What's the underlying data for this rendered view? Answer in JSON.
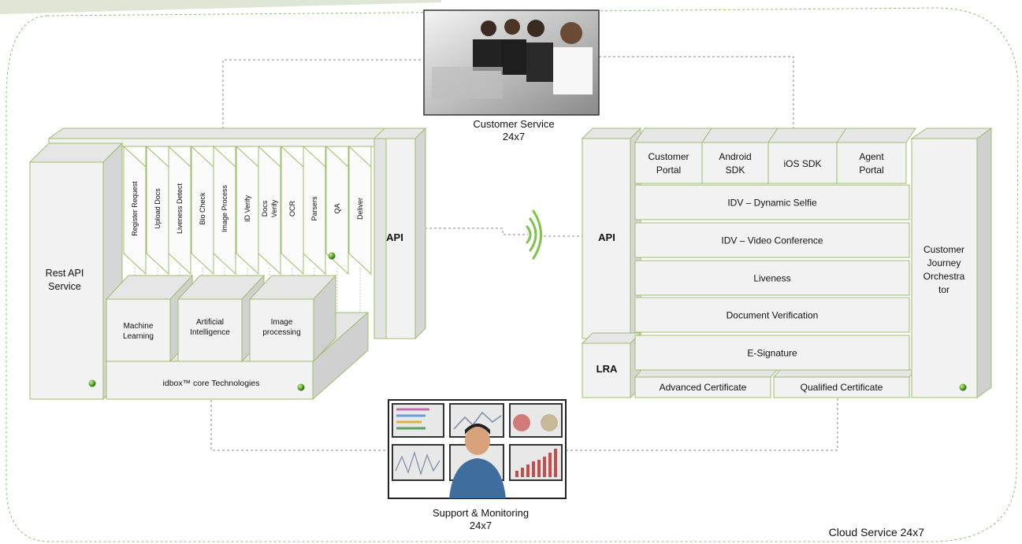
{
  "customer_service": {
    "line1": "Customer Service",
    "line2": "24x7"
  },
  "support_monitoring": {
    "line1": "Support & Monitoring",
    "line2": "24x7"
  },
  "cloud_label": "Cloud Service 24x7",
  "left_stack": {
    "rest_api": [
      "Rest API",
      "Service"
    ],
    "steps": [
      "Register Request",
      "Upload Docs",
      "Liveness Detect",
      "Bio Check",
      "Image Process",
      "ID Verify",
      "Docs",
      "Verify",
      "OCR",
      "Parsers",
      "QA",
      "Deliver"
    ],
    "api_label": "API",
    "tech_boxes": [
      {
        "line1": "Machine",
        "line2": "Learning"
      },
      {
        "line1": "Artificial",
        "line2": "Intelligence"
      },
      {
        "line1": "Image",
        "line2": "processing"
      }
    ],
    "core_label": "idbox™ core Technologies"
  },
  "right_stack": {
    "api_label": "API",
    "lra_label": "LRA",
    "channels": [
      {
        "line1": "Customer",
        "line2": "Portal"
      },
      {
        "line1": "Android",
        "line2": "SDK"
      },
      {
        "line1": "iOS SDK",
        "line2": ""
      },
      {
        "line1": "Agent",
        "line2": "Portal"
      }
    ],
    "services": [
      "IDV – Dynamic Selfie",
      "IDV – Video Conference",
      "Liveness",
      "Document Verification",
      "E-Signature"
    ],
    "certificates": [
      "Advanced Certificate",
      "Qualified Certificate"
    ],
    "orchestrator": [
      "Customer",
      "Journey",
      "Orchestra",
      "tor"
    ]
  },
  "colors": {
    "box_stroke": "#9dbf6b",
    "box_face": "#f2f2f2",
    "box_side": "#d6d6d6",
    "box_top": "#e6e6e6",
    "connector": "#8a8a8a",
    "signal": "#7cc44a",
    "dot": "#4f9a20",
    "cloud_border": "#8cbf6a"
  }
}
